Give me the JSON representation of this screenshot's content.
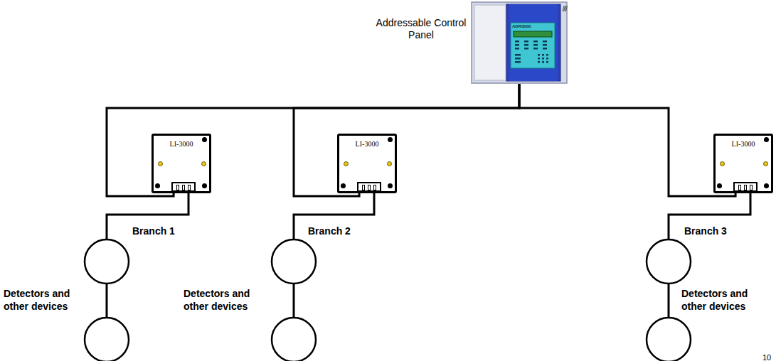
{
  "diagram": {
    "nodes": [
      {
        "text": [
          "Addressable Control Panel",
          "ADR3000"
        ]
      },
      {
        "text": [
          "LI-3000"
        ]
      },
      {
        "text": [
          "LI-3000"
        ]
      },
      {
        "text": [
          "LI-3000"
        ]
      }
    ],
    "edges": [
      {
        "from": 0,
        "to": 1,
        "arrow": "none"
      },
      {
        "from": 0,
        "to": 2,
        "arrow": "none"
      },
      {
        "from": 0,
        "to": 3,
        "arrow": "none"
      }
    ],
    "labels": [
      "Branch 1",
      "Detectors and other devices",
      "Branch 2",
      "Detectors and other devices",
      "Branch 3",
      "Detectors and other devices",
      "10"
    ]
  }
}
